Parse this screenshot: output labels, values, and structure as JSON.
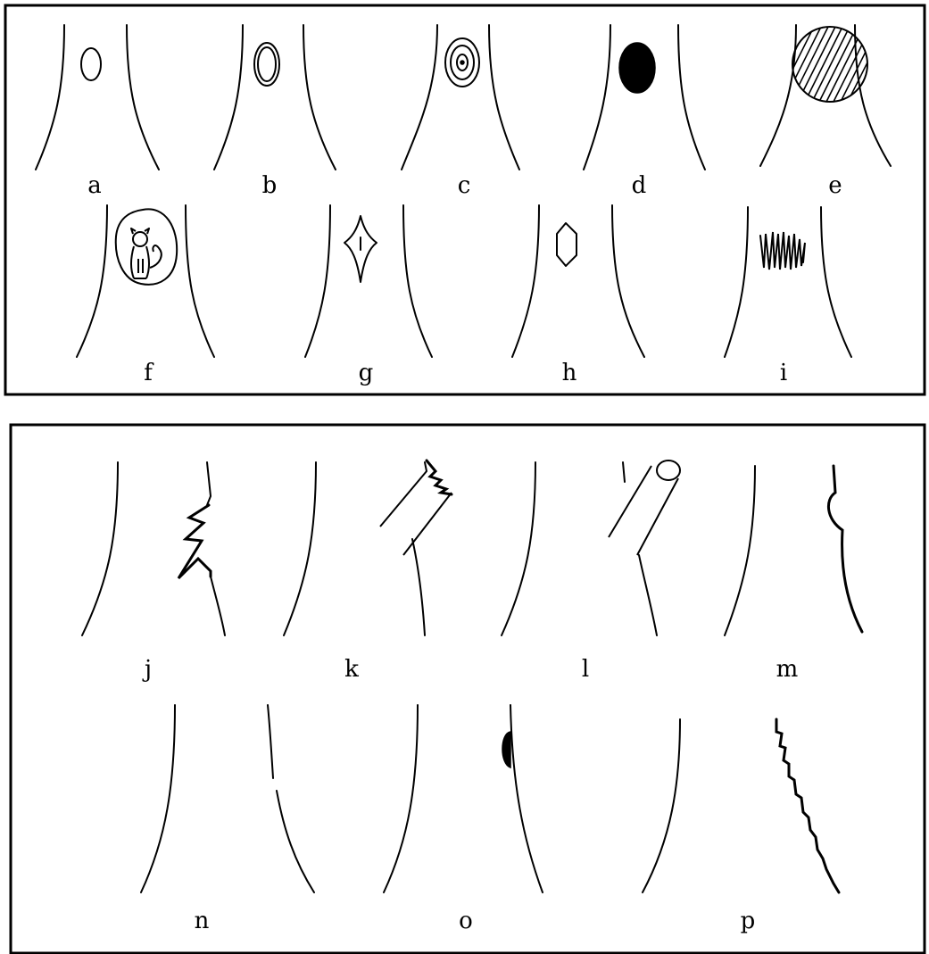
{
  "panels": {
    "top": {
      "figures": [
        {
          "label": "a",
          "mark": "small-oval-scar"
        },
        {
          "label": "b",
          "mark": "double-ring-oval-scar"
        },
        {
          "label": "c",
          "mark": "concentric-ring-scar"
        },
        {
          "label": "d",
          "mark": "solid-black-scar"
        },
        {
          "label": "e",
          "mark": "large-hatched-scar"
        },
        {
          "label": "f",
          "mark": "animal-in-hole"
        },
        {
          "label": "g",
          "mark": "diamond-scar-with-slit"
        },
        {
          "label": "h",
          "mark": "hexagonal-scar"
        },
        {
          "label": "i",
          "mark": "scribbled-scar"
        }
      ]
    },
    "bottom": {
      "figures": [
        {
          "label": "j",
          "mark": "jagged-broken-branch"
        },
        {
          "label": "k",
          "mark": "sawn-off-branch"
        },
        {
          "label": "l",
          "mark": "cut-branch-stub"
        },
        {
          "label": "m",
          "mark": "bulge-on-trunk"
        },
        {
          "label": "n",
          "mark": "gap-in-outline"
        },
        {
          "label": "o",
          "mark": "solid-knob-on-outline"
        },
        {
          "label": "p",
          "mark": "rough-bark-outline"
        }
      ]
    }
  }
}
